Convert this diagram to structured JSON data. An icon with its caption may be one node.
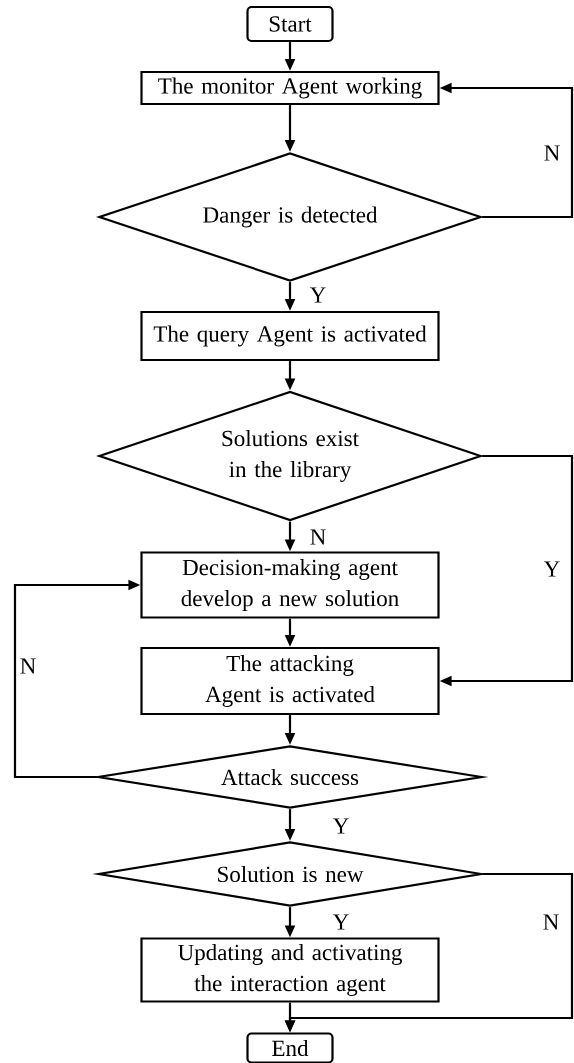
{
  "diagram": {
    "nodes": [
      {
        "text": [
          "Start"
        ]
      },
      {
        "text": [
          "The monitor Agent working"
        ]
      },
      {
        "text": [
          "Danger is detected"
        ]
      },
      {
        "text": [
          "The query Agent is activated"
        ]
      },
      {
        "text": [
          "Solutions exist in the library"
        ]
      },
      {
        "text": [
          "Decision-making agent develop a new solution"
        ]
      },
      {
        "text": [
          "The attacking Agent is activated"
        ]
      },
      {
        "text": [
          "Attack success"
        ]
      },
      {
        "text": [
          "Solution is new"
        ]
      },
      {
        "text": [
          "Updating and activating the interaction agent"
        ]
      },
      {
        "text": [
          "End"
        ]
      }
    ],
    "edges": [
      {
        "from": 0,
        "to": 1,
        "arrow": "to"
      },
      {
        "from": 1,
        "to": 2,
        "arrow": "to"
      },
      {
        "from": 2,
        "to": 3,
        "arrow": "to",
        "label": "Y"
      },
      {
        "from": 3,
        "to": 4,
        "arrow": "to"
      },
      {
        "from": 4,
        "to": 5,
        "arrow": "to",
        "label": "N"
      },
      {
        "from": 5,
        "to": 6,
        "arrow": "to"
      },
      {
        "from": 6,
        "to": 7,
        "arrow": "to"
      },
      {
        "from": 7,
        "to": 8,
        "arrow": "to",
        "label": "Y"
      },
      {
        "from": 8,
        "to": 9,
        "arrow": "to",
        "label": "Y"
      },
      {
        "from": 9,
        "to": 10,
        "arrow": "to"
      },
      {
        "from": 2,
        "to": 1,
        "arrow": "to",
        "label": "N"
      },
      {
        "from": 4,
        "to": 6,
        "arrow": "to",
        "label": "Y"
      },
      {
        "from": 8,
        "to": 10,
        "arrow": "to",
        "label": "N"
      },
      {
        "from": 7,
        "to": 5,
        "arrow": "to",
        "label": "N"
      }
    ]
  }
}
